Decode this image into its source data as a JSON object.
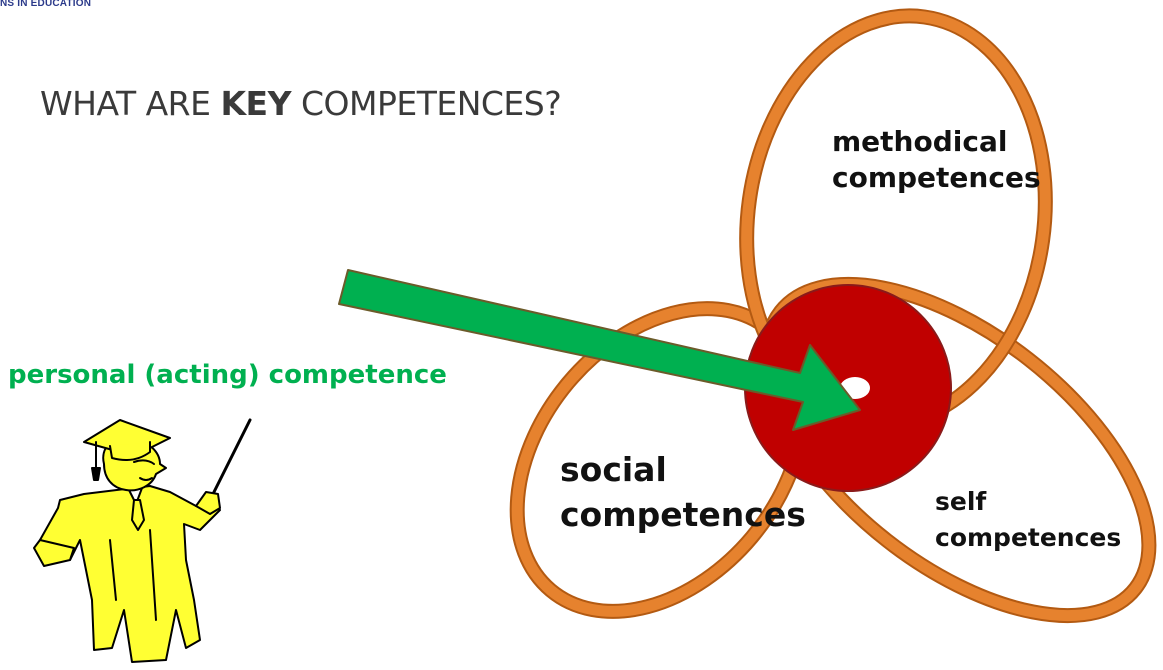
{
  "header": {
    "fragment": "NS IN EDUCATION"
  },
  "title": {
    "before": "WHAT ARE ",
    "key": "KEY",
    "after": " COMPETENCES?"
  },
  "personal_label": "personal (acting) competence",
  "circles": {
    "methodical": {
      "line1": "methodical",
      "line2": "competences"
    },
    "social": {
      "line1": "social",
      "line2": "competences"
    },
    "self": {
      "line1": "self",
      "line2": "competences"
    }
  },
  "colors": {
    "ring": "#e6822e",
    "ring_dark": "#b35a12",
    "center": "#c00000",
    "arrow": "#00b050",
    "arrow_edge": "#6b5b2a",
    "title": "#3a3a3a",
    "figure": "#ffff33"
  },
  "icons": {
    "teacher": "professor-with-pointer-icon"
  }
}
